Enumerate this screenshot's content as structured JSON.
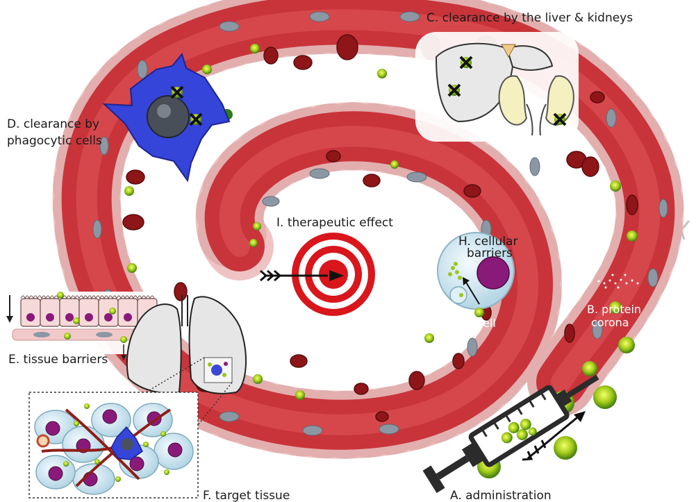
{
  "labels": {
    "a": "A. administration",
    "b1": "B. protein",
    "b2": "corona",
    "c": "C. clearance by the liver & kidneys",
    "d1": "D. clearance by",
    "d2": "phagocytic cells",
    "e": "E. tissue barriers",
    "f": "F. target tissue",
    "g": "G. target cell",
    "h1": "H. cellular",
    "h2": "barriers",
    "i": "I. therapeutic effect"
  },
  "colors": {
    "vessel": "#c8343a",
    "vessel_light": "#e2575a",
    "endothelium": "#efc3c3",
    "rbc": "#8e1618",
    "nanoparticle": "#9cc51a",
    "phagocyte": "#2f3fd6",
    "target_red": "#d8161c",
    "arrow_grey": "#bdbdbd"
  },
  "icons": [
    "syringe-icon",
    "liver-icon",
    "kidneys-icon",
    "target-icon",
    "phagocyte-icon",
    "lung-icon",
    "target-cell-icon",
    "block-x-icon"
  ]
}
